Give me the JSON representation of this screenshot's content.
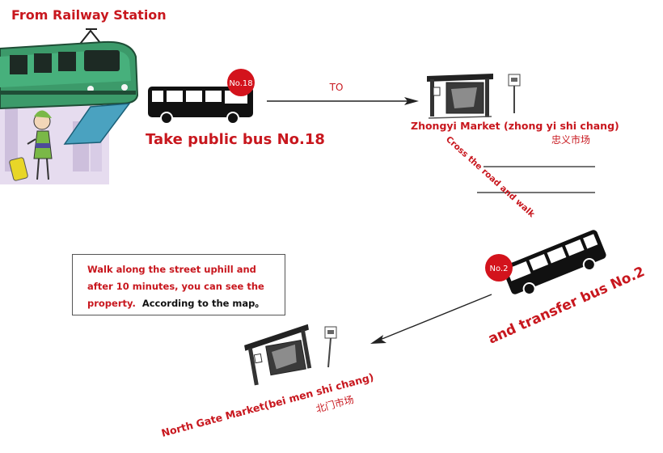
{
  "title": "From Railway Station",
  "steps": {
    "bus18_badge": "No.18",
    "take_bus": "Take public bus No.18",
    "to": "TO",
    "stop1_name": "Zhongyi Market (zhong yi shi chang)",
    "stop1_cn": "忠义市场",
    "cross": "Cross the road and walk",
    "bus2_badge": "No.2",
    "transfer": "and transfer bus No.2",
    "stop2_name": "North Gate Market(bei men shi chang)",
    "stop2_cn": "北门市场"
  },
  "note": {
    "line1": "Walk along the street uphill and",
    "line2": "after 10 minutes, you can see the",
    "line3": "property.",
    "suffix": "According to the map。"
  },
  "colors": {
    "accent_red": "#c8171e",
    "train_green": "#3c9a6a",
    "bus_black": "#111111"
  }
}
